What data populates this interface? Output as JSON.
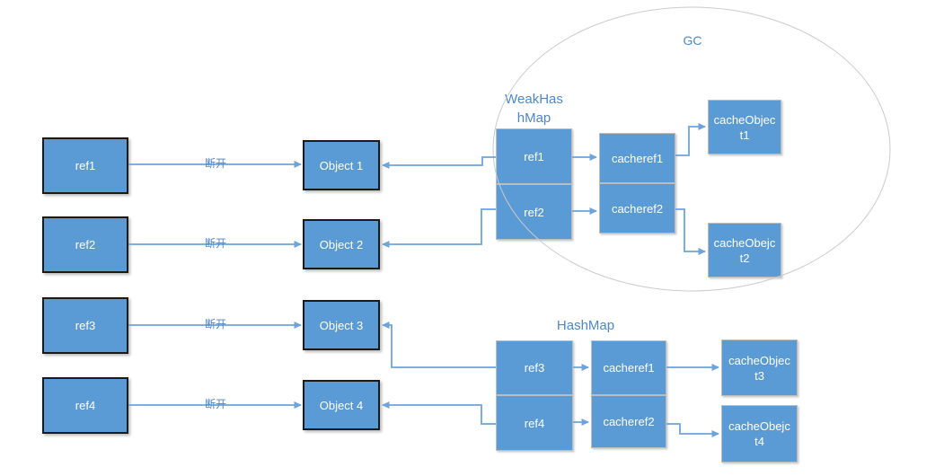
{
  "colors": {
    "box_fill": "#5B9BD5",
    "box_text": "#FFFFFF",
    "dark_border": "#1A1A1A",
    "light_border": "#BDBDBD",
    "arrow": "#6FA3DB",
    "label_text": "#4E87C8",
    "ellipse_stroke": "#CBCBCB"
  },
  "gc": {
    "label": "GC"
  },
  "left_column": {
    "refs": [
      "ref1",
      "ref2",
      "ref3",
      "ref4"
    ]
  },
  "objects_column": {
    "items": [
      "Object 1",
      "Object 2",
      "Object 3",
      "Object 4"
    ]
  },
  "disconnect": {
    "labels": [
      "断开",
      "断开",
      "断开",
      "断开"
    ]
  },
  "weak_hash_map": {
    "title": "WeakHas\nhMap",
    "refs": [
      "ref1",
      "ref2"
    ],
    "cacherefs": [
      "cacheref1",
      "cacheref2"
    ],
    "cache_objects": [
      "cacheObjec\nt1",
      "cacheObejc\nt2"
    ]
  },
  "hash_map": {
    "title": "HashMap",
    "refs": [
      "ref3",
      "ref4"
    ],
    "cacherefs": [
      "cacheref1",
      "cacheref2"
    ],
    "cache_objects": [
      "cacheObjec\nt3",
      "cacheObejc\nt4"
    ]
  }
}
